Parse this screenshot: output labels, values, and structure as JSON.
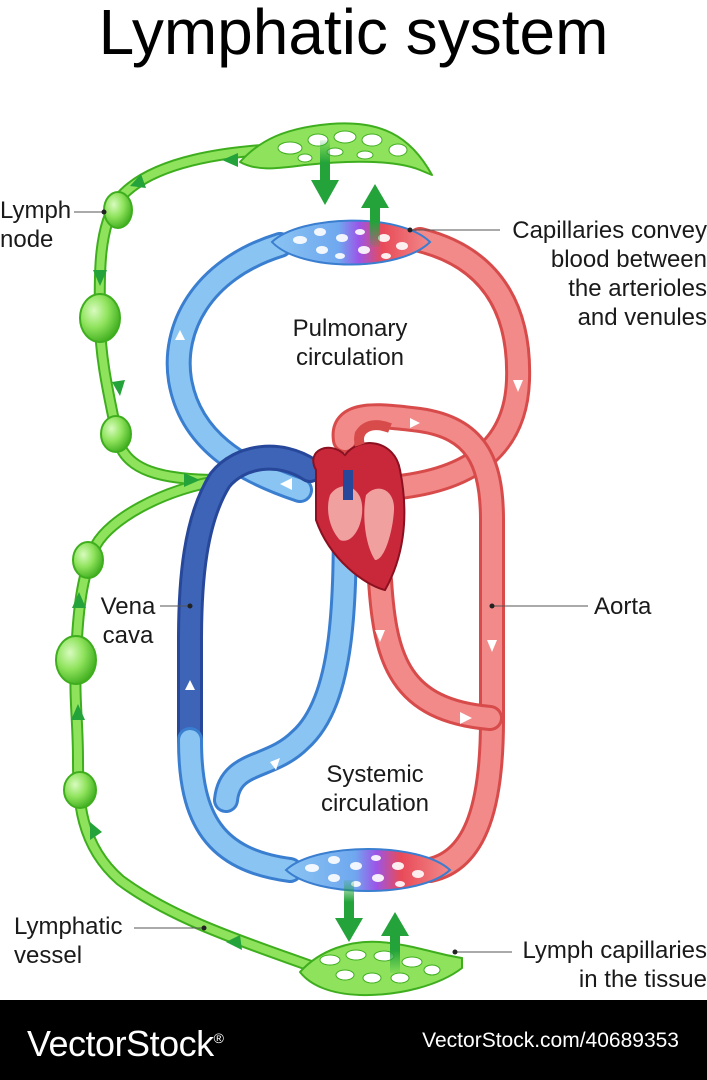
{
  "title": "Lymphatic system",
  "labels": {
    "lymph_node": "Lymph\nnode",
    "capillaries": "Capillaries convey\nblood between\nthe arterioles\nand venules",
    "pulmonary": "Pulmonary\ncirculation",
    "vena_cava": "Vena\ncava",
    "aorta": "Aorta",
    "systemic": "Systemic\ncirculation",
    "lymphatic_vessel": "Lymphatic\nvessel",
    "lymph_capillaries": "Lymph capillaries\nin the tissue"
  },
  "footer": {
    "brand": "VectorStock",
    "brand_mark": "®",
    "image_id": "VectorStock.com/40689353"
  },
  "colors": {
    "lymph": "#8fe35c",
    "lymph_dark": "#3fae1e",
    "venous": "#8ac4f2",
    "venous_dark": "#3a7ed0",
    "vena_cava": "#3d64b6",
    "arterial": "#f28a8a",
    "arterial_dark": "#d84b4b",
    "heart": "#c8283a",
    "capillary_mid": "#9b55e8",
    "flow_arrow": "#23a33a"
  }
}
